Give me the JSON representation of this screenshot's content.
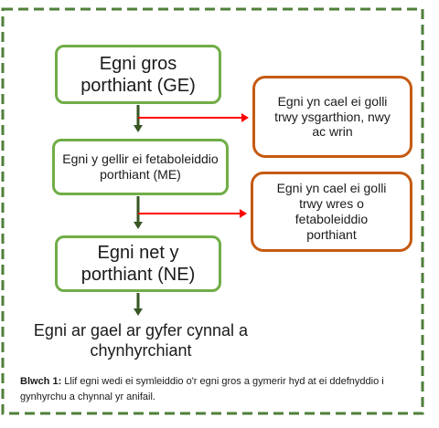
{
  "colors": {
    "frame_border": "#4f7f3a",
    "box_border_green": "#70ad47",
    "box_border_red": "#c55a11",
    "main_arrow": "#375623",
    "loss_arrow": "#ff0000"
  },
  "diagram": {
    "gross_energy_box": "Egni gros\nporthiant (GE)",
    "metabolizable_energy_box": "Egni y gellir ei fetaboleiddio\nporthiant (ME)",
    "net_energy_box": "Egni net y\nporthiant (NE)",
    "loss_box_1": "Egni yn cael ei golli\ntrwy ysgarthion, nwy\nac wrin",
    "loss_box_2": "Egni yn cael ei golli\ntrwy wres o\nfetaboleiddio\nporthiant",
    "outcome_text": "Egni ar gael ar gyfer cynnal a\nchynhyrchiant"
  },
  "caption": {
    "label": "Blwch 1:",
    "text": " Llif egni wedi ei symleiddio o'r egni gros a gymerir hyd at ei ddefnyddio i gynhyrchu a chynnal yr anifail."
  }
}
